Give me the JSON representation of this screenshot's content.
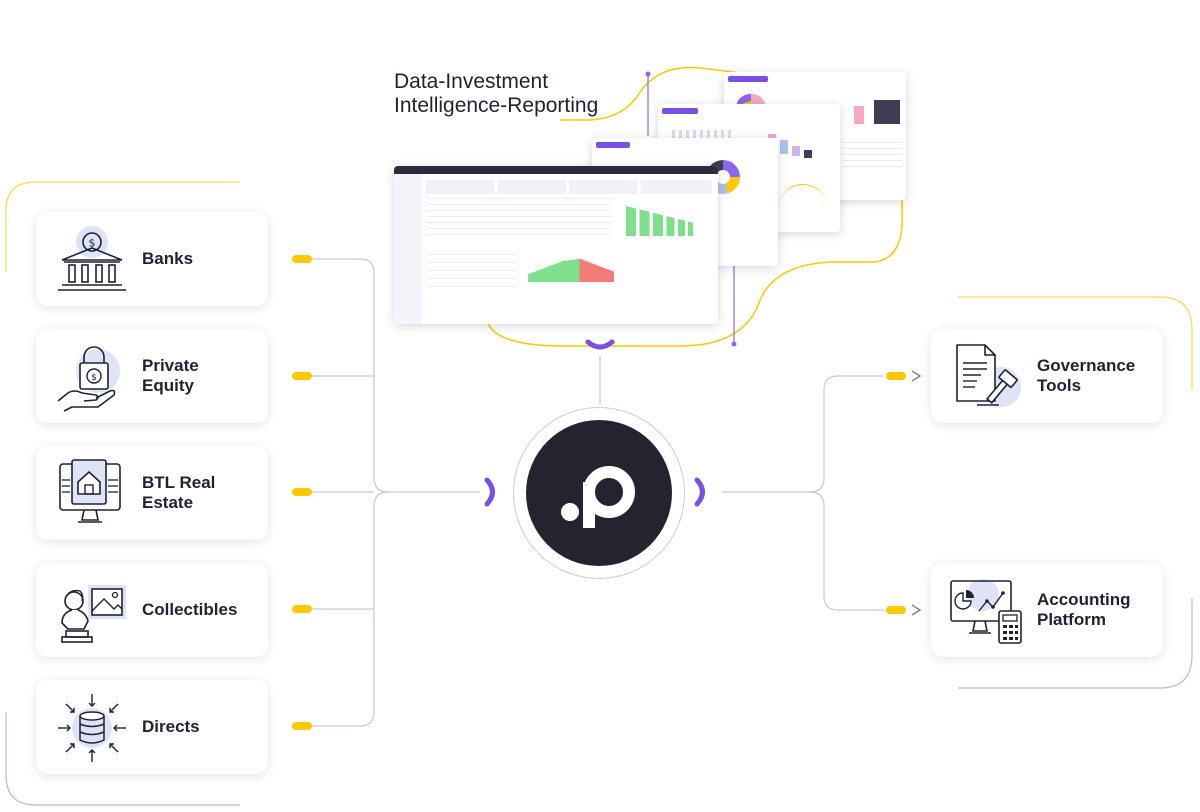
{
  "headline": {
    "line1": "Data-Investment",
    "line2": "Intelligence-Reporting"
  },
  "sources": [
    {
      "label": "Banks",
      "icon": "bank-icon"
    },
    {
      "label_line1": "Private",
      "label_line2": "Equity",
      "icon": "private-equity-icon"
    },
    {
      "label_line1": "BTL Real",
      "label_line2": "Estate",
      "icon": "real-estate-icon"
    },
    {
      "label": "Collectibles",
      "icon": "collectibles-icon"
    },
    {
      "label": "Directs",
      "icon": "directs-icon"
    }
  ],
  "outputs": [
    {
      "label_line1": "Governance",
      "label_line2": "Tools",
      "icon": "governance-icon"
    },
    {
      "label_line1": "Accounting",
      "label_line2": "Platform",
      "icon": "accounting-icon"
    }
  ],
  "hub": {
    "logo": "brand-logo"
  },
  "colors": {
    "accent_purple": "#7b4ee6",
    "accent_yellow": "#ffc800",
    "icon_bubble": "#dfe3f7",
    "dark": "#23242f",
    "connector": "#c5c7e0"
  }
}
